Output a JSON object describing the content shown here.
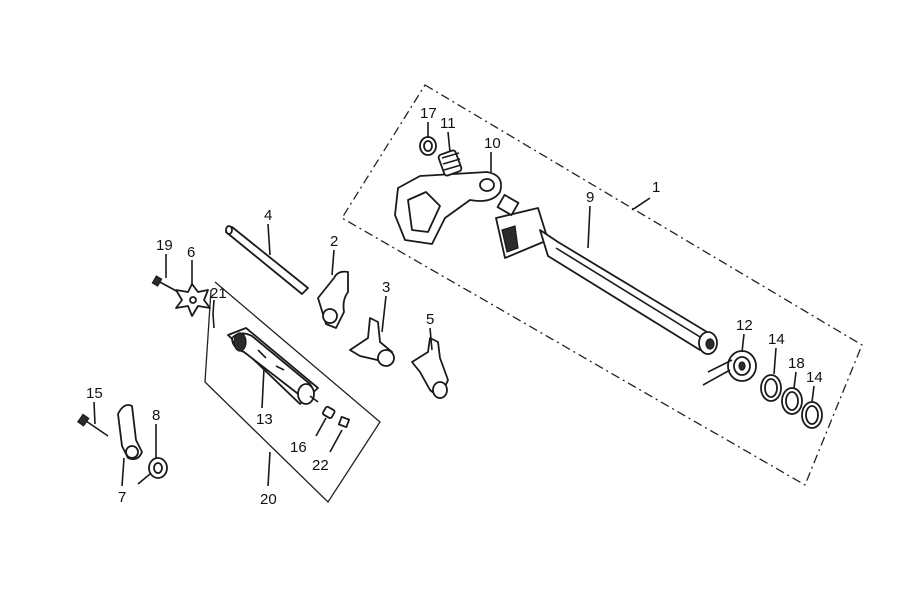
{
  "diagram": {
    "callouts": [
      "1",
      "2",
      "3",
      "4",
      "5",
      "6",
      "7",
      "8",
      "9",
      "10",
      "11",
      "12",
      "13",
      "14",
      "14",
      "15",
      "16",
      "17",
      "18",
      "19",
      "20",
      "21",
      "22"
    ]
  },
  "colors": {
    "line": "#1a1a1a",
    "background": "#ffffff"
  }
}
